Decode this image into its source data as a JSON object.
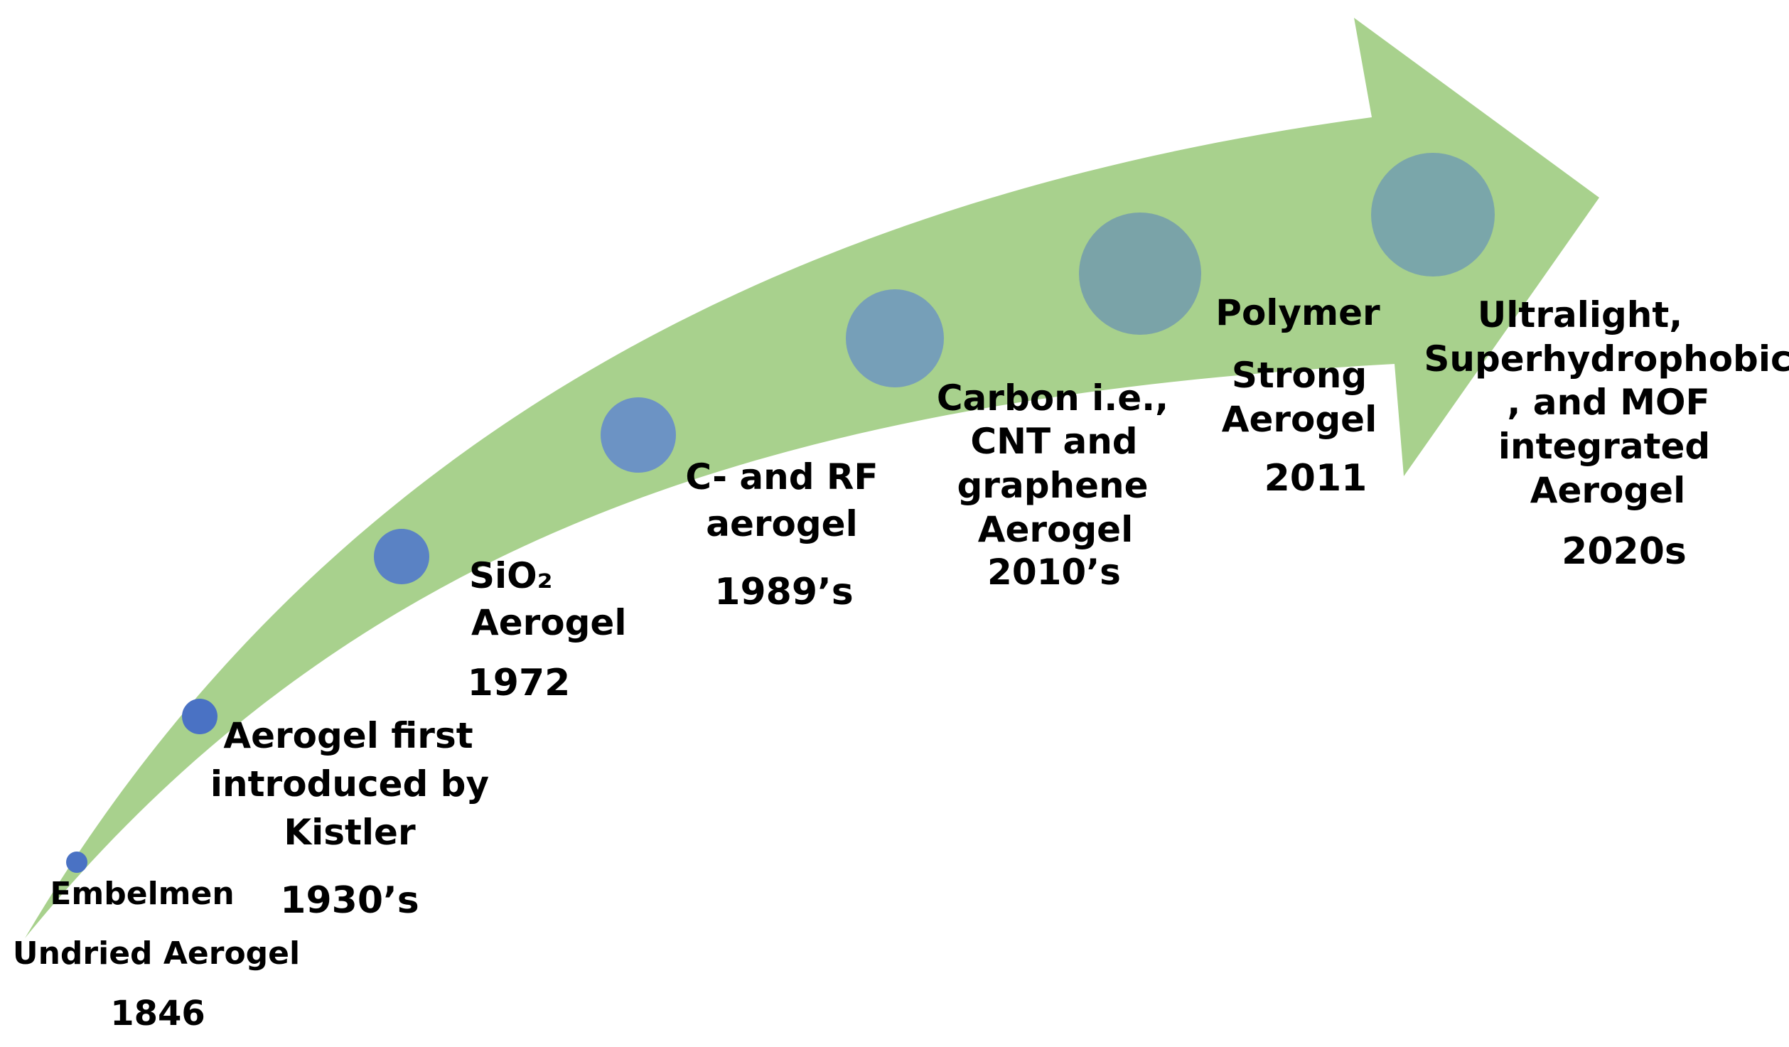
{
  "colors": {
    "arrow_fill": "#a8d18d",
    "background": "#ffffff",
    "text": "#000000"
  },
  "milestones": [
    {
      "lines": [
        "Embelmen",
        "Undried Aerogel"
      ],
      "year": "1846",
      "dot_color": "#4a72c4"
    },
    {
      "lines": [
        "Aerogel first",
        "introduced by",
        "Kistler"
      ],
      "year": "1930’s",
      "dot_color": "#4a72c4"
    },
    {
      "lines": [
        "SiO₂",
        "Aerogel"
      ],
      "year": "1972",
      "dot_color": "#5a82c4"
    },
    {
      "lines": [
        "C- and RF",
        "aerogel"
      ],
      "year": "1989’s",
      "dot_color": "#6c93c4"
    },
    {
      "lines": [
        "Carbon i.e.,",
        "CNT and",
        "graphene",
        "Aerogel"
      ],
      "year": "2010’s",
      "dot_color": "#769fb8"
    },
    {
      "lines": [
        "Polymer",
        "Strong",
        "Aerogel"
      ],
      "year": "2011",
      "dot_color": "#7aa3a8"
    },
    {
      "lines": [
        "Ultralight,",
        "Superhydrophobic",
        ", and MOF",
        "integrated",
        "Aerogel"
      ],
      "year": "2020s",
      "dot_color": "#7aa6aa"
    }
  ]
}
